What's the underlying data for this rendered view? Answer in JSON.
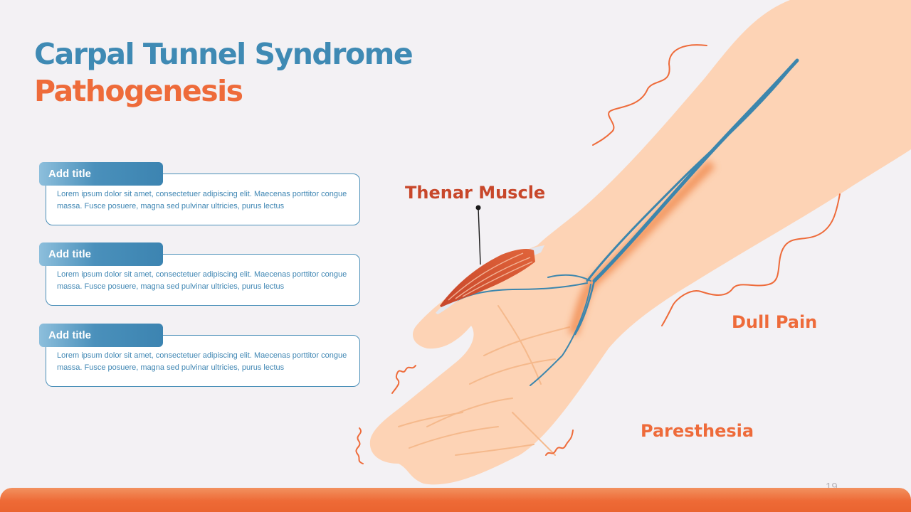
{
  "title": {
    "line1": "Carpal Tunnel Syndrome",
    "line2": "Pathogenesis"
  },
  "cards": [
    {
      "title": "Add title",
      "body": "Lorem ipsum dolor sit amet, consectetuer adipiscing elit. Maecenas porttitor congue massa. Fusce posuere, magna sed pulvinar ultricies, purus lectus"
    },
    {
      "title": "Add title",
      "body": "Lorem ipsum dolor sit amet, consectetuer adipiscing elit. Maecenas porttitor congue massa. Fusce posuere, magna sed pulvinar ultricies, purus lectus"
    },
    {
      "title": "Add title",
      "body": "Lorem ipsum dolor sit amet, consectetuer adipiscing elit. Maecenas porttitor congue massa. Fusce posuere, magna sed pulvinar ultricies, purus lectus"
    }
  ],
  "labels": {
    "thenar_muscle": "Thenar Muscle",
    "dull_pain": "Dull Pain",
    "paresthesia": "Paresthesia"
  },
  "slide_number": "19",
  "colors": {
    "blue_accent": "#3f8ab4",
    "orange_accent": "#ee6b3a",
    "label_dark_orange": "#c8472a",
    "skin": "#fdd3b5",
    "nerve": "#3c86ad",
    "muscle": "#d0502c"
  }
}
